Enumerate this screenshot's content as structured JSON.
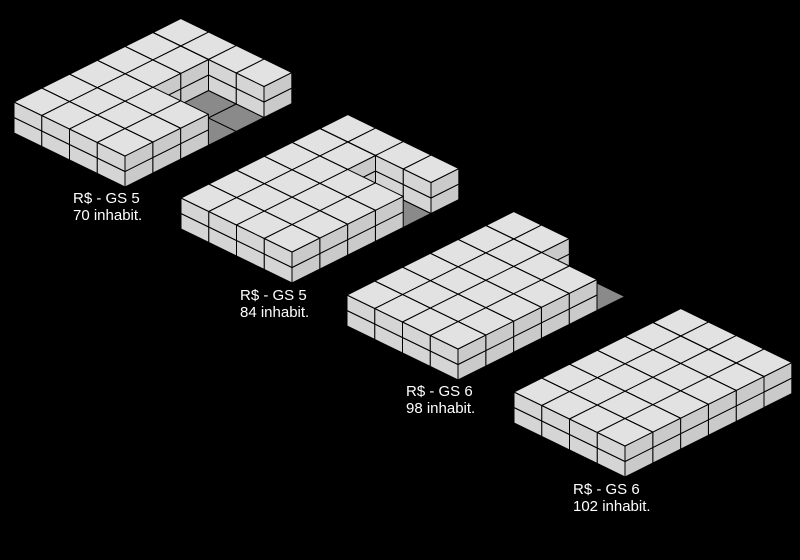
{
  "colors": {
    "background": "#000000",
    "block_top": "#e2e2e2",
    "block_left": "#d5d5d5",
    "block_right": "#cacaca",
    "courtyard": "#8a8a8a",
    "edge": "#000000",
    "text": "#ffffff"
  },
  "variants": [
    {
      "price_grade": "R$ - GS 5",
      "inhabitants": "70 inhabit."
    },
    {
      "price_grade": "R$ - GS 5",
      "inhabitants": "84 inhabit."
    },
    {
      "price_grade": "R$ - GS 6",
      "inhabitants": "98 inhabit."
    },
    {
      "price_grade": "R$ - GS 6",
      "inhabitants": "102 inhabit."
    }
  ]
}
